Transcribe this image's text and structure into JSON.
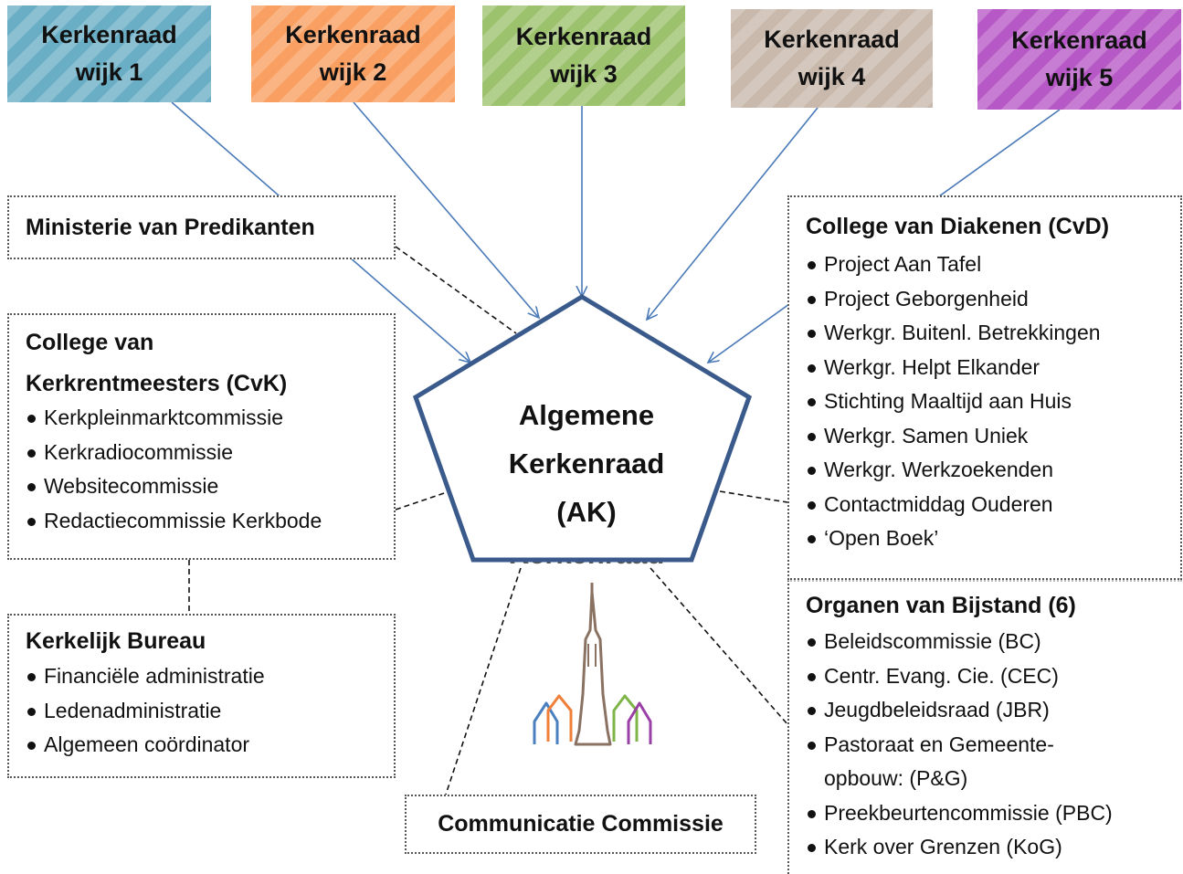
{
  "wijken": [
    {
      "line1": "Kerkenraad",
      "line2": "wijk 1",
      "color": "#6aaec5"
    },
    {
      "line1": "Kerkenraad",
      "line2": "wijk 2",
      "color": "#f99f62"
    },
    {
      "line1": "Kerkenraad",
      "line2": "wijk 3",
      "color": "#9cc26e"
    },
    {
      "line1": "Kerkenraad",
      "line2": "wijk 4",
      "color": "#c8b9ac"
    },
    {
      "line1": "Kerkenraad",
      "line2": "wijk 5",
      "color": "#b658c6"
    }
  ],
  "center": {
    "line1": "Algemene",
    "line2": "Kerkenraad",
    "line3": "(AK)",
    "ghost": "Kerkenraad"
  },
  "ministerie": {
    "title": "Ministerie van Predikanten"
  },
  "cvk": {
    "title_line1": "College van",
    "title_line2": "Kerkrentmeesters (CvK)",
    "items": [
      "Kerkpleinmarktcommissie",
      "Kerkradiocommissie",
      "Websitecommissie",
      "Redactiecommissie Kerkbode"
    ]
  },
  "bureau": {
    "title": "Kerkelijk Bureau",
    "items": [
      "Financiële administratie",
      "Ledenadministratie",
      "Algemeen coördinator"
    ]
  },
  "communicatie": {
    "title": "Communicatie Commissie"
  },
  "cvd": {
    "title": "College van Diakenen (CvD)",
    "items": [
      "Project Aan Tafel",
      "Project Geborgenheid",
      "Werkgr. Buitenl. Betrekkingen",
      "Werkgr. Helpt Elkander",
      "Stichting Maaltijd aan Huis",
      "Werkgr. Samen Uniek",
      "Werkgr. Werkzoekenden",
      "Contactmiddag Ouderen",
      "‘Open Boek’"
    ]
  },
  "organen": {
    "title": "Organen van Bijstand (6)",
    "items": [
      "Beleidscommissie (BC)",
      "Centr. Evang. Cie. (CEC)",
      "Jeugdbeleidsraad (JBR)",
      "Pastoraat en Gemeente-opbouw: (P&G)",
      "Preekbeurtencommissie (PBC)",
      "Kerk over Grenzen (KoG)"
    ]
  },
  "logo": {
    "name": "church-tower-logo-icon",
    "colors": [
      "#8a7262",
      "#4a7fc0",
      "#f07f3a",
      "#7fb548",
      "#9a3fa6"
    ]
  }
}
